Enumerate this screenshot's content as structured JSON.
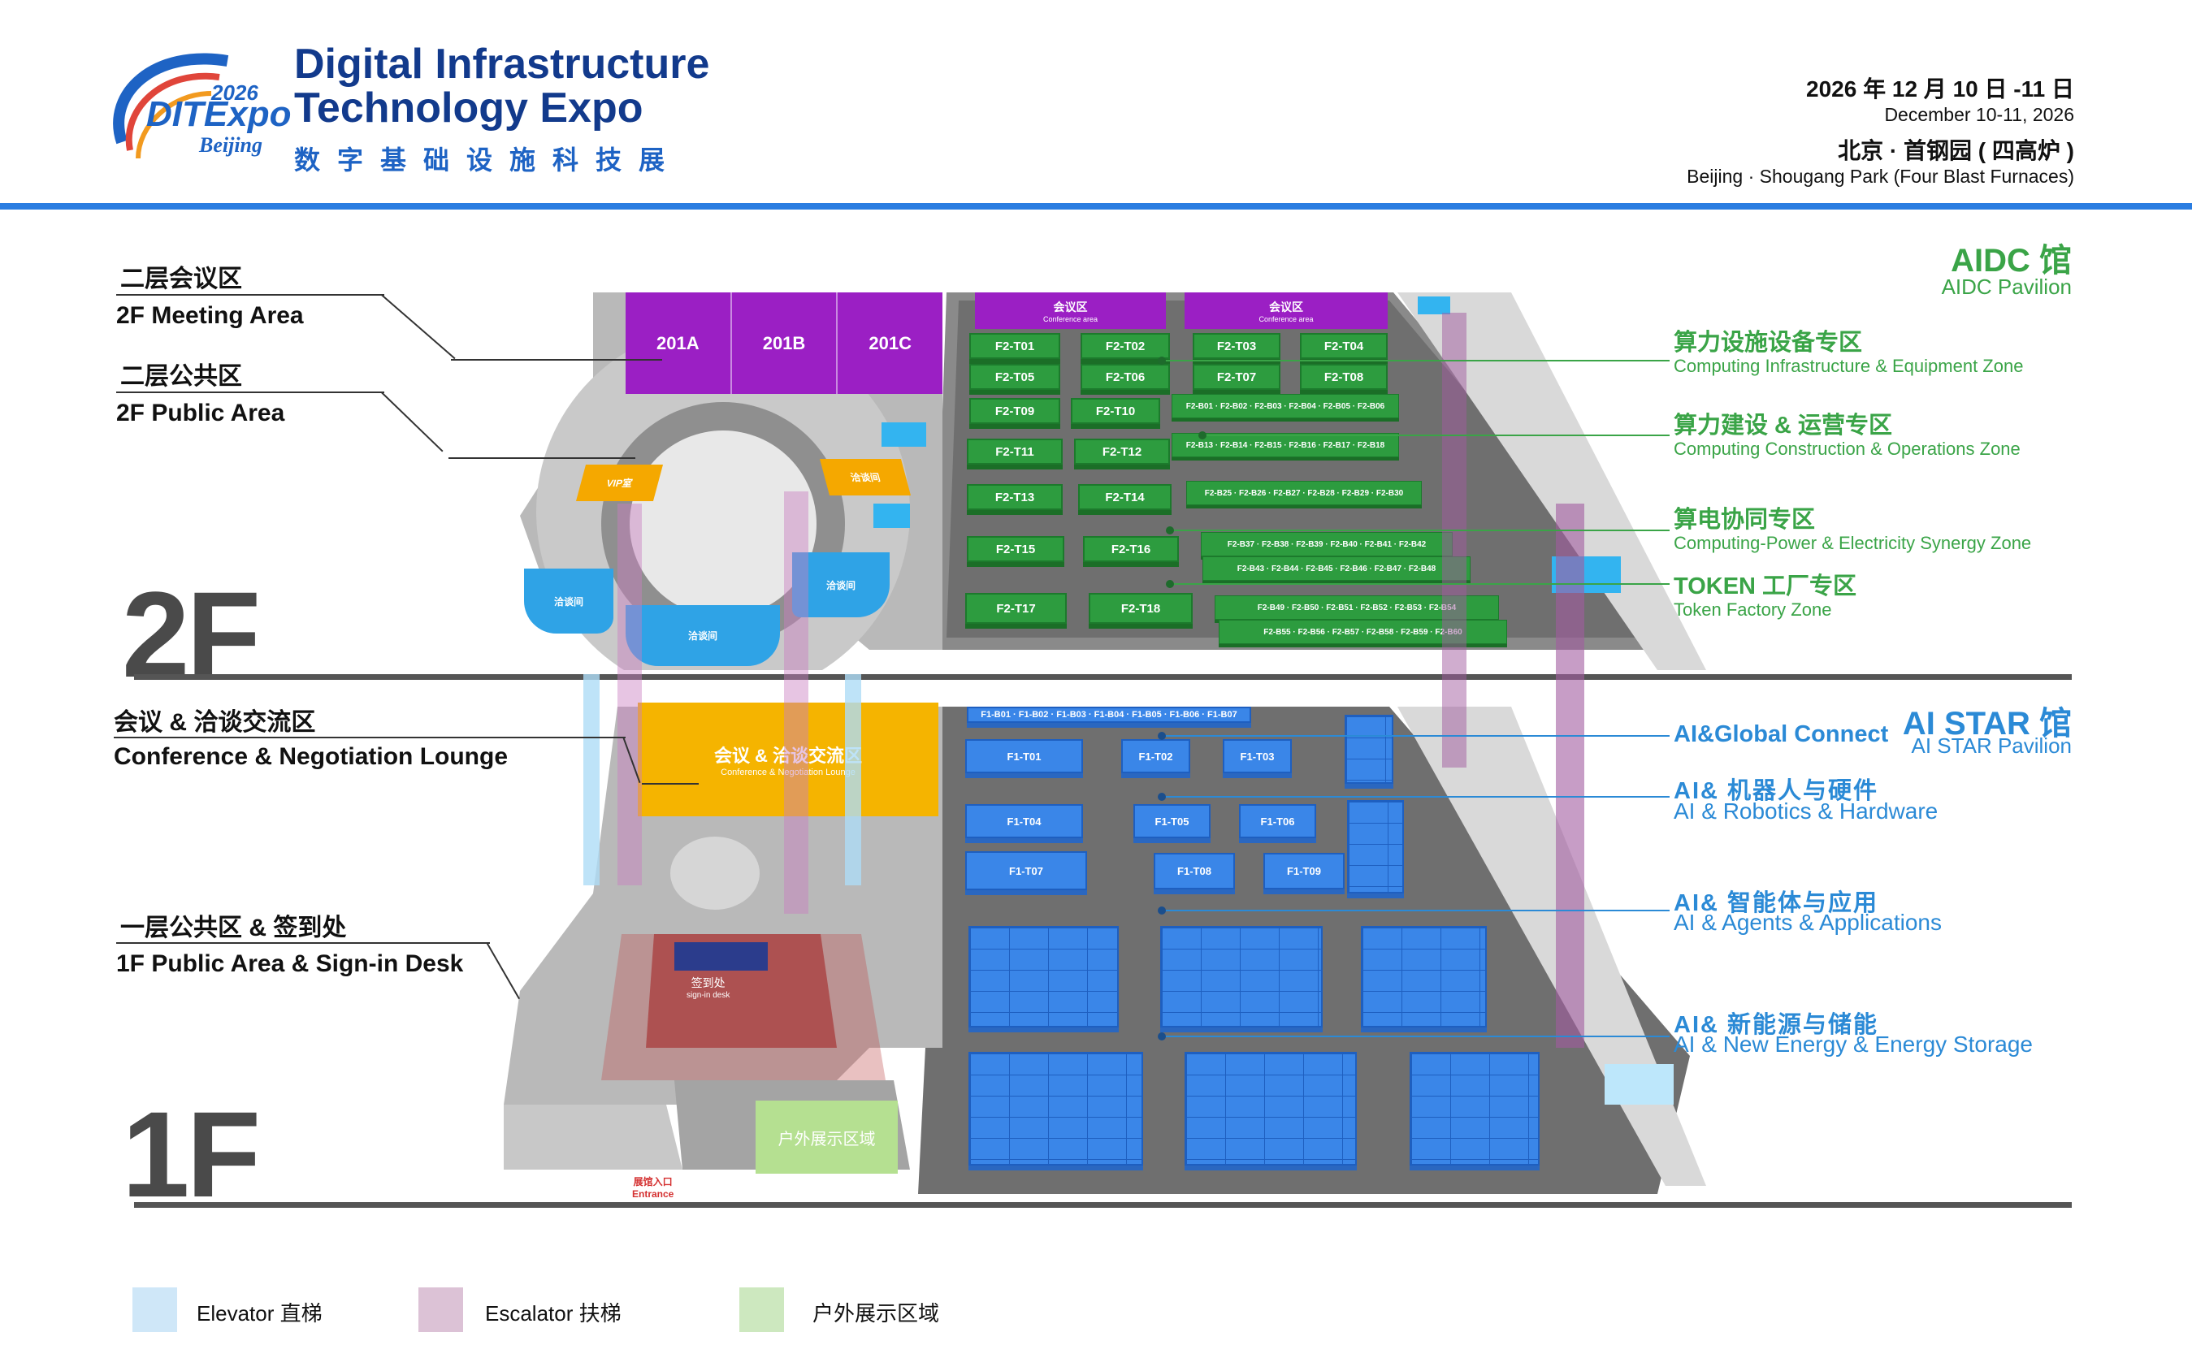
{
  "header": {
    "logo": {
      "year": "2026",
      "name": "DITExpo",
      "city": "Beijing"
    },
    "title_en_1": "Digital Infrastructure",
    "title_en_2": "Technology Expo",
    "title_cn": "数字基础设施科技展",
    "date_cn": "2026 年 12 月 10 日 -11 日",
    "date_en": "December 10-11, 2026",
    "venue_cn": "北京 · 首钢园 ( 四高炉 )",
    "venue_en": "Beijing · Shougang Park (Four Blast Furnaces)",
    "accent": "#2a7de1"
  },
  "floors": {
    "upper": "2F",
    "lower": "1F"
  },
  "left_labels": {
    "meeting_cn": "二层会议区",
    "meeting_en": "2F Meeting Area",
    "public2_cn": "二层公共区",
    "public2_en": "2F Public Area",
    "lounge_cn": "会议 & 洽谈交流区",
    "lounge_en": "Conference & Negotiation Lounge",
    "public1_cn": "一层公共区 & 签到处",
    "public1_en": "1F Public Area  &  Sign-in Desk"
  },
  "aidc": {
    "title_cn": "AIDC 馆",
    "title_en": "AIDC Pavilion",
    "color": "#3aa447",
    "zones": [
      {
        "cn": "算力设施设备专区",
        "en": "Computing Infrastructure & Equipment Zone"
      },
      {
        "cn": "算力建设 & 运营专区",
        "en": "Computing Construction & Operations Zone"
      },
      {
        "cn": "算电协同专区",
        "en": "Computing-Power & Electricity Synergy Zone"
      },
      {
        "cn": "TOKEN 工厂专区",
        "en": "Token Factory Zone"
      }
    ]
  },
  "aistar": {
    "title_cn": "AI STAR 馆",
    "title_en": "AI STAR Pavilion",
    "color": "#2b8ad6",
    "zones": [
      {
        "cn": "AI&Global Connect",
        "en": ""
      },
      {
        "cn": "AI& 机器人与硬件",
        "en": "AI & Robotics & Hardware"
      },
      {
        "cn": "AI& 智能体与应用",
        "en": "AI & Agents & Applications"
      },
      {
        "cn": "AI& 新能源与储能",
        "en": "AI & New Energy & Energy Storage"
      }
    ]
  },
  "floor2": {
    "rooms": [
      "201A",
      "201B",
      "201C"
    ],
    "conf_cn": "会议区",
    "conf_en": "Conference area",
    "t_booths": [
      "F2-T01",
      "F2-T02",
      "F2-T03",
      "F2-T04",
      "F2-T05",
      "F2-T06",
      "F2-T07",
      "F2-T08",
      "F2-T09",
      "F2-T10",
      "F2-T11",
      "F2-T12",
      "F2-T13",
      "F2-T14",
      "F2-T15",
      "F2-T16",
      "F2-T17",
      "F2-T18"
    ],
    "vip": "VIP室",
    "lounge_rooms": [
      "洽谈间",
      "洽谈间",
      "洽谈间",
      "洽谈间"
    ]
  },
  "floor1": {
    "lounge_cn": "会议 & 洽谈交流区",
    "lounge_en": "Conference & Negotiation Lounge",
    "t_booths": [
      "F1-T01",
      "F1-T02",
      "F1-T03",
      "F1-T04",
      "F1-T05",
      "F1-T06",
      "F1-T07",
      "F1-T08",
      "F1-T09"
    ],
    "signin_cn": "签到处",
    "signin_en": "sign-in desk",
    "outdoor": "户外展示区域",
    "entrance_cn": "展馆入口",
    "entrance_en": "Entrance"
  },
  "legend": [
    {
      "label": "Elevator 直梯",
      "color": "#cfe7f8"
    },
    {
      "label": "Escalator 扶梯",
      "color": "#dcc2d6"
    },
    {
      "label": "户外展示区域",
      "color": "#cde8bf"
    }
  ]
}
